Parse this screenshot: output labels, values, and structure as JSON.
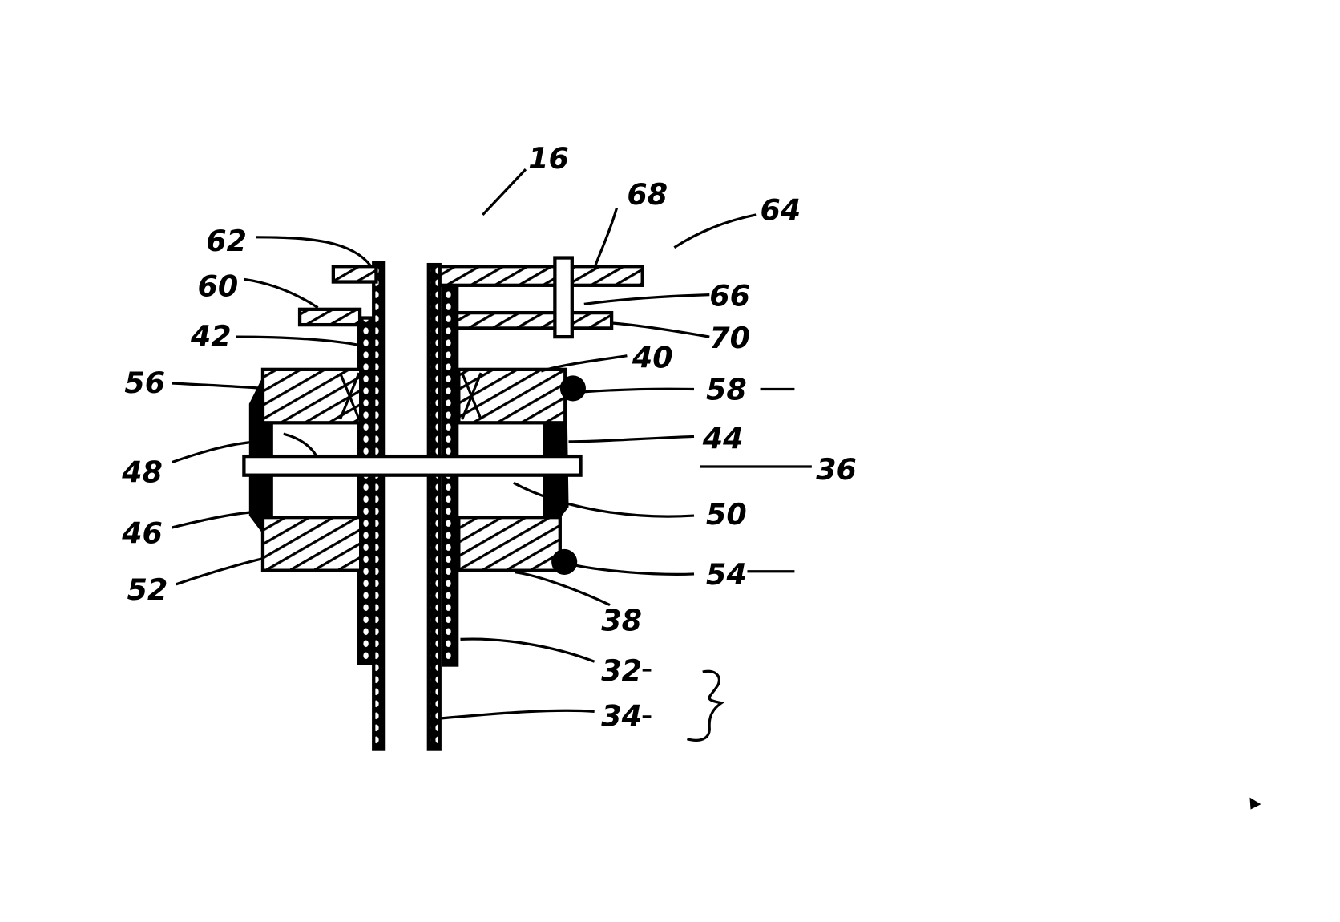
{
  "figure": {
    "labels": {
      "l16": "16",
      "l68": "68",
      "l64": "64",
      "l62": "62",
      "l60": "60",
      "l66": "66",
      "l42": "42",
      "l70": "70",
      "l40": "40",
      "l56": "56",
      "l58": "58",
      "l44": "44",
      "l48": "48",
      "l36": "36",
      "l50": "50",
      "l46": "46",
      "l54": "54",
      "l52": "52",
      "l38": "38",
      "l32": "32",
      "l34": "34"
    }
  }
}
